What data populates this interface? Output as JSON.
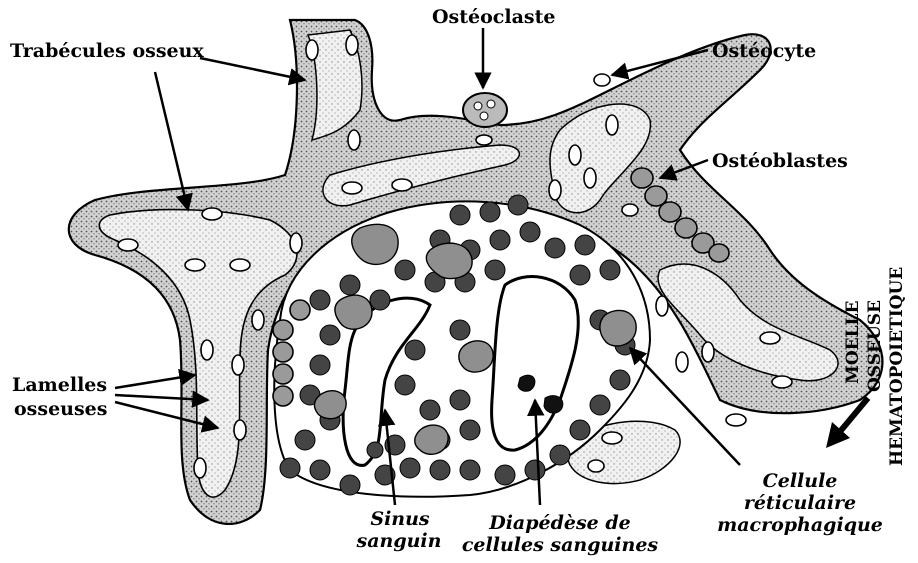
{
  "labels": {
    "trabecules": "Trabécules osseux",
    "osteoclaste": "Ostéoclaste",
    "osteocyte": "Ostéocyte",
    "osteoblastes": "Ostéoblastes",
    "lamelles_1": "Lamelles",
    "lamelles_2": "osseuses",
    "moelle_1": "MOELLE",
    "moelle_2": "OSSEUSE",
    "moelle_3": "HEMATOPOIETIQUE",
    "sinus_1": "Sinus",
    "sinus_2": "sanguin",
    "diapedese_1": "Diapédèse de",
    "diapedese_2": "cellules sanguines",
    "cellule_1": "Cellule",
    "cellule_2": "réticulaire",
    "cellule_3": "macrophagique"
  },
  "colors": {
    "ink": "#000000",
    "bone": "#c9c9c9",
    "lamella": "#e6e6e6",
    "marrow": "#ffffff"
  }
}
